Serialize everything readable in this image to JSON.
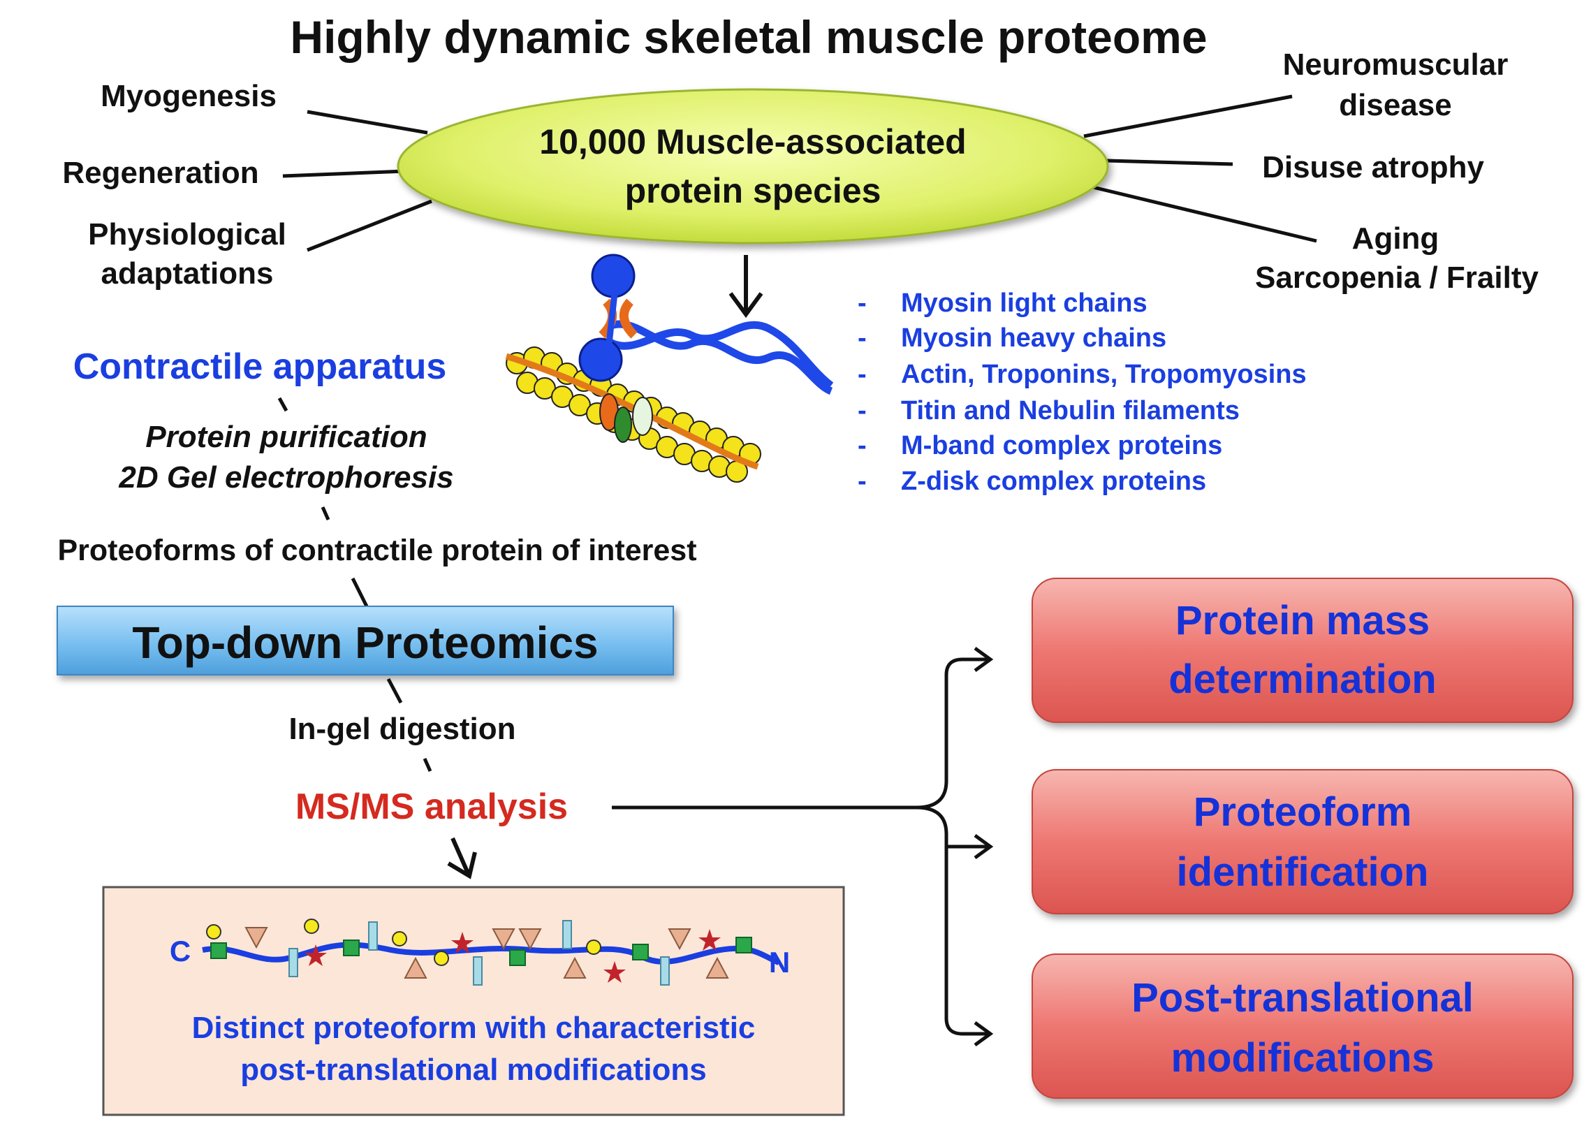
{
  "title": "Highly dynamic skeletal muscle proteome",
  "center_ellipse": {
    "line1": "10,000 Muscle-associated",
    "line2": "protein species"
  },
  "left_context": [
    "Myogenesis",
    "Regeneration",
    "Physiological",
    "adaptations"
  ],
  "right_context": [
    "Neuromuscular",
    "disease",
    "Disuse atrophy",
    "Aging",
    "Sarcopenia / Frailty"
  ],
  "contractile_heading": "Contractile apparatus",
  "contractile_components": [
    "Myosin light chains",
    "Myosin heavy chains",
    "Actin, Troponins, Tropomyosins",
    "Titin and Nebulin filaments",
    "M-band complex proteins",
    "Z-disk complex proteins"
  ],
  "list_dash": "-",
  "workflow": {
    "step1a": "Protein purification",
    "step1b": "2D Gel electrophoresis",
    "step2": "Proteoforms of contractile protein of interest",
    "banner": "Top-down Proteomics",
    "step3": "In-gel digestion",
    "step4": "MS/MS analysis"
  },
  "proteoform_box": {
    "c_label": "C",
    "n_label": "N",
    "line1": "Distinct proteoform with characteristic",
    "line2": "post-translational modifications"
  },
  "outcomes": [
    {
      "line1": "Protein mass",
      "line2": "determination"
    },
    {
      "line1": "Proteoform",
      "line2": "identification"
    },
    {
      "line1": "Post-translational",
      "line2": "modifications"
    }
  ],
  "colors": {
    "ellipse": "#dff06a",
    "banner": "#7cc0ee",
    "outcome_box": "#ec6f6c",
    "proteoform_box": "#fbe6d8",
    "heading_blue": "#1a3ee0",
    "ms_red": "#d42a1f"
  }
}
